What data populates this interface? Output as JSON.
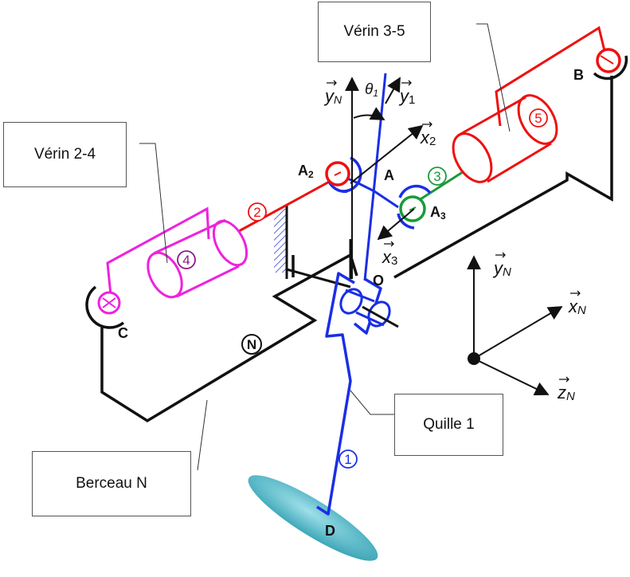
{
  "callouts": {
    "verin35": "Vérin 3-5",
    "verin24": "Vérin 2-4",
    "quille": "Quille 1",
    "berceau": "Berceau N"
  },
  "points": {
    "A2": "A",
    "A2_sub": "2",
    "A": "A",
    "A3": "A",
    "A3_sub": "3",
    "B": "B",
    "C": "C",
    "D": "D",
    "O": "O"
  },
  "axes": {
    "yN_top": "y",
    "yN_top_sub": "N",
    "theta": "θ",
    "theta_sub": "1",
    "y1": "y",
    "y1_sub": "1",
    "x2": "x",
    "x2_sub": "2",
    "x3": "x",
    "x3_sub": "3",
    "frame_y": "y",
    "frame_y_sub": "N",
    "frame_x": "x",
    "frame_x_sub": "N",
    "frame_z": "z",
    "frame_z_sub": "N"
  },
  "parts": {
    "p1": "1",
    "p2": "2",
    "p3": "3",
    "p4": "4",
    "p5": "5",
    "pN": "N"
  },
  "colors": {
    "part1": "#1a2ee6",
    "part2": "#ee1111",
    "part3": "#1a9a3a",
    "part4": "#ee22dd",
    "part4_dark": "#8a1a8a",
    "part5": "#ee1111",
    "frame": "#111111",
    "ellipse": "#6cc6d4"
  }
}
